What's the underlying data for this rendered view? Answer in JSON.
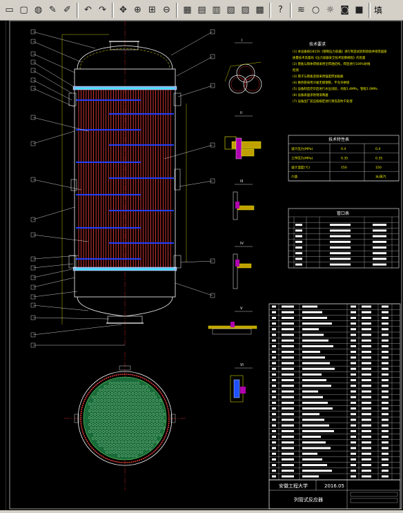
{
  "toolbar": {
    "items": [
      {
        "name": "new-icon",
        "glyph": "▭"
      },
      {
        "name": "open-icon",
        "glyph": "▢"
      },
      {
        "name": "save-icon",
        "glyph": "◍"
      },
      {
        "name": "pencil-icon",
        "glyph": "✎"
      },
      {
        "name": "brush-icon",
        "glyph": "✐"
      },
      {
        "name": "undo-icon",
        "glyph": "↶"
      },
      {
        "name": "redo-icon",
        "glyph": "↷"
      },
      {
        "name": "pan-icon",
        "glyph": "✥"
      },
      {
        "name": "zoom-realtime-icon",
        "glyph": "⊕"
      },
      {
        "name": "zoom-window-icon",
        "glyph": "⊞"
      },
      {
        "name": "zoom-previous-icon",
        "glyph": "⊖"
      },
      {
        "name": "properties-icon",
        "glyph": "▦"
      },
      {
        "name": "design-center-icon",
        "glyph": "▤"
      },
      {
        "name": "tool-palette-icon",
        "glyph": "▥"
      },
      {
        "name": "sheet-set-icon",
        "glyph": "▧"
      },
      {
        "name": "markup-icon",
        "glyph": "▨"
      },
      {
        "name": "calculator-icon",
        "glyph": "▩"
      },
      {
        "name": "help-icon",
        "glyph": "?"
      },
      {
        "name": "layer-icon",
        "glyph": "≋"
      },
      {
        "name": "bulb-icon",
        "glyph": "○"
      },
      {
        "name": "sun-icon",
        "glyph": "☼"
      },
      {
        "name": "lock-icon",
        "glyph": "◙"
      },
      {
        "name": "layer-color-icon",
        "glyph": "■"
      }
    ],
    "trailing_text": "填"
  },
  "drawing": {
    "notes": {
      "title": "技术要求",
      "lines": [
        "(1) 本设备按GB150《钢制压力容器》进行制造试验和验收并接受国家",
        "质量技术监督局《压力容器安全技术监察规程》的监督",
        "(2) 管板与筒体焊接采用全焊透结构，焊后进行100%射线",
        "检测",
        "(3) 管子与管板连接采用强度焊加贴胀",
        "(4) 换热管采用冷拔无缝钢管，不允许拼接",
        "(5) 设备制造完毕后进行水压试验，壳程1.4MPa，管程1.0MPa",
        "(6) 设备表面涂防锈漆两遍",
        "(7) 设备出厂前应按规定进行清洗及吹干处理"
      ]
    },
    "design_table": {
      "title": "技术特性表",
      "rows": [
        [
          "设计压力(MPa)",
          "0.4",
          "0.4"
        ],
        [
          "工作压力(MPa)",
          "0.35",
          "0.35"
        ],
        [
          "设计温度(℃)",
          "150",
          "150"
        ],
        [
          "介质",
          "",
          "水/蒸汽"
        ]
      ]
    },
    "nozzle_table": {
      "title": "管口表"
    },
    "sections": {
      "detail_1": "I",
      "detail_2": "II",
      "detail_3": "III",
      "detail_4": "IV",
      "detail_5": "V",
      "detail_6": "VI"
    },
    "title_block": {
      "school": "安徽工程大学",
      "date": "2016.05",
      "drawing_title": "列管式反应器"
    }
  }
}
